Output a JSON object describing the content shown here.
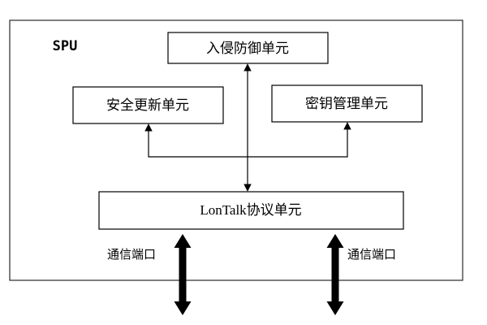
{
  "diagram": {
    "spu_label": "SPU",
    "boxes": {
      "intrusion_prevention": "入侵防御单元",
      "security_update": "安全更新单元",
      "key_management": "密钥管理单元",
      "lontalk_protocol": "LonTalk协议单元"
    },
    "ports": {
      "left_label": "通信端口",
      "right_label": "通信端口"
    }
  }
}
